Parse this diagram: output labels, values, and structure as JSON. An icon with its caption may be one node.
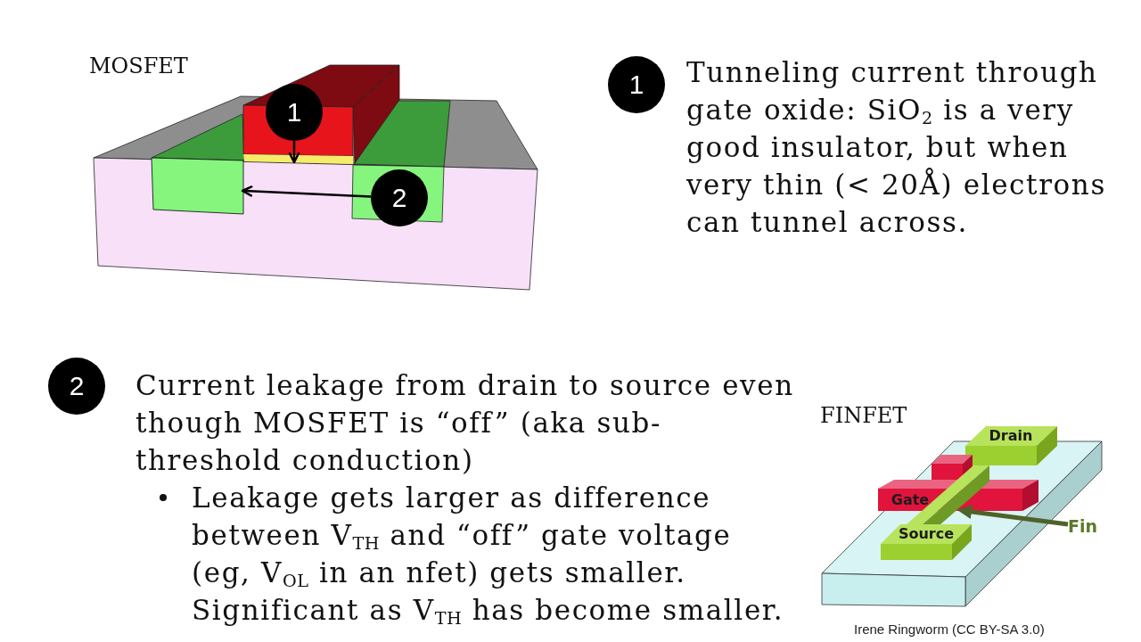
{
  "diagram": {
    "nodes": [
      {
        "text": [
          "1"
        ]
      },
      {
        "text": [],
        "shape": "bar"
      },
      {
        "text": [
          "2"
        ]
      },
      {
        "text": [],
        "shape": "box"
      },
      {
        "text": [
          "1"
        ]
      },
      {
        "text": [
          "2"
        ]
      },
      {
        "text": [
          "Drain"
        ]
      },
      {
        "text": [
          "Gate"
        ]
      },
      {
        "text": [],
        "shape": "bar"
      },
      {
        "text": [
          "Fin"
        ]
      },
      {
        "text": [
          "Source"
        ]
      }
    ],
    "edges": [
      {
        "from": 0,
        "to": 1,
        "arrow": "to"
      },
      {
        "from": 2,
        "to": 3,
        "arrow": "to"
      },
      {
        "from": 9,
        "to": 8,
        "arrow": "to",
        "style": "thick",
        "color": "#4f6228"
      }
    ],
    "labels": [
      "MOSFET",
      "Tunneling current through gate oxide: SiO$_{2}$ is a very good insulator, but when very thin (< 20Å) electrons can tunnel across.",
      "Current leakage from drain to source even though MOSFET is “off” (aka sub-threshold conduction)",
      "Leakage gets larger as difference between V$_{TH}$ and “off” gate voltage (eg, V$_{OL}$ in an nfet) gets smaller.",
      "Significant as V$_{TH}$ has become smaller.",
      "FINFET",
      "Irene Ringworm (CC BY-SA 3.0)"
    ]
  }
}
